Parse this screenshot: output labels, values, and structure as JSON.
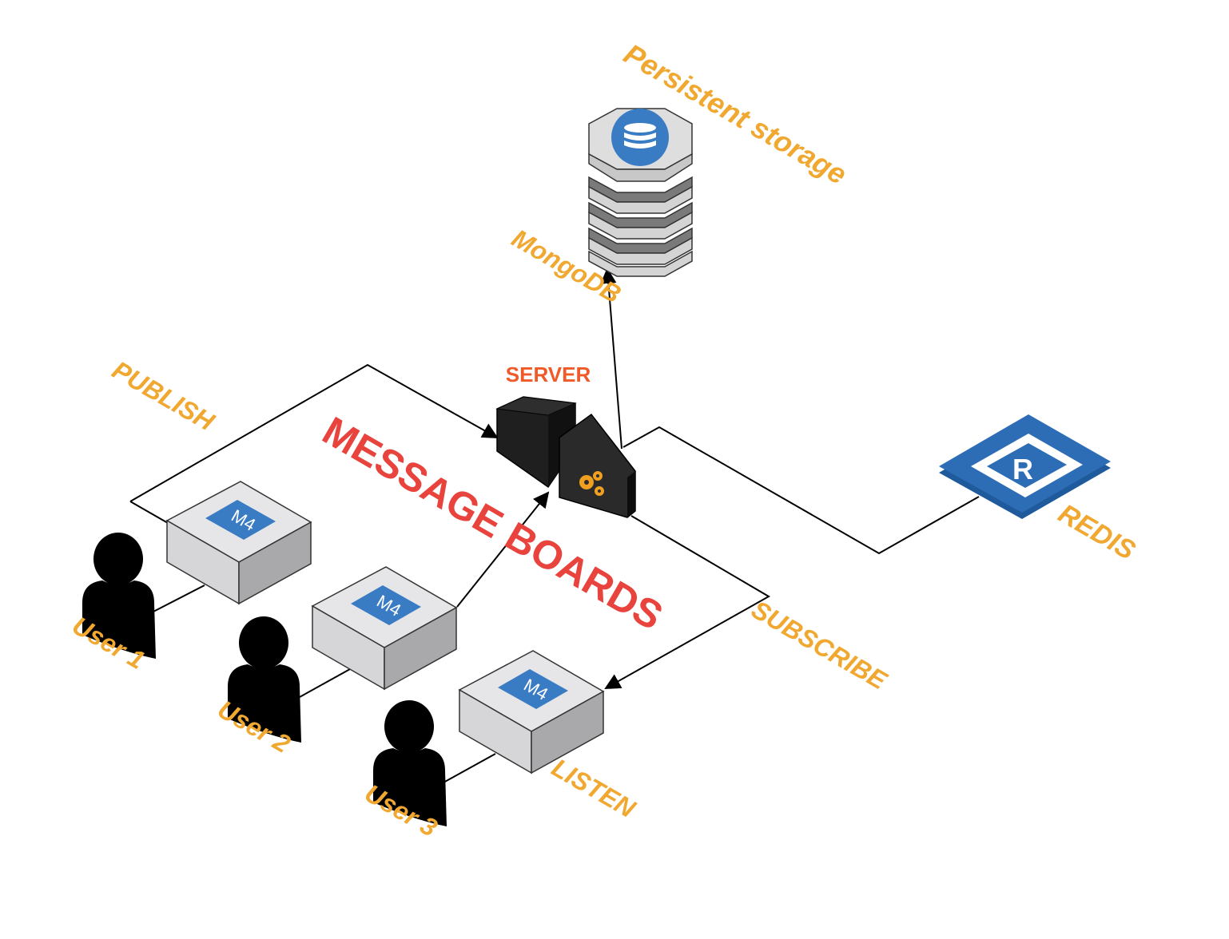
{
  "labels": {
    "persistent_storage": "Persistent storage",
    "mongodb": "MongoDB",
    "server": "SERVER",
    "publish": "PUBLISH",
    "message_boards": "MESSAGE BOARDS",
    "redis": "REDIS",
    "subscribe": "SUBSCRIBE",
    "listen": "LISTEN"
  },
  "devices": [
    {
      "badge": "M4",
      "user": "User 1"
    },
    {
      "badge": "M4",
      "user": "User 2"
    },
    {
      "badge": "M4",
      "user": "User 3"
    }
  ],
  "redis_letter": "R",
  "colors": {
    "label_orange": "#f0a830",
    "title_red": "#e8433c",
    "server_label": "#f05a28",
    "badge_blue": "#3a7cc4",
    "redis_blue": "#2c6db5",
    "box_gray": "#d6d6d8"
  },
  "icons": [
    "database-icon",
    "server-icon",
    "gears-icon",
    "redis-icon",
    "user-icon"
  ]
}
